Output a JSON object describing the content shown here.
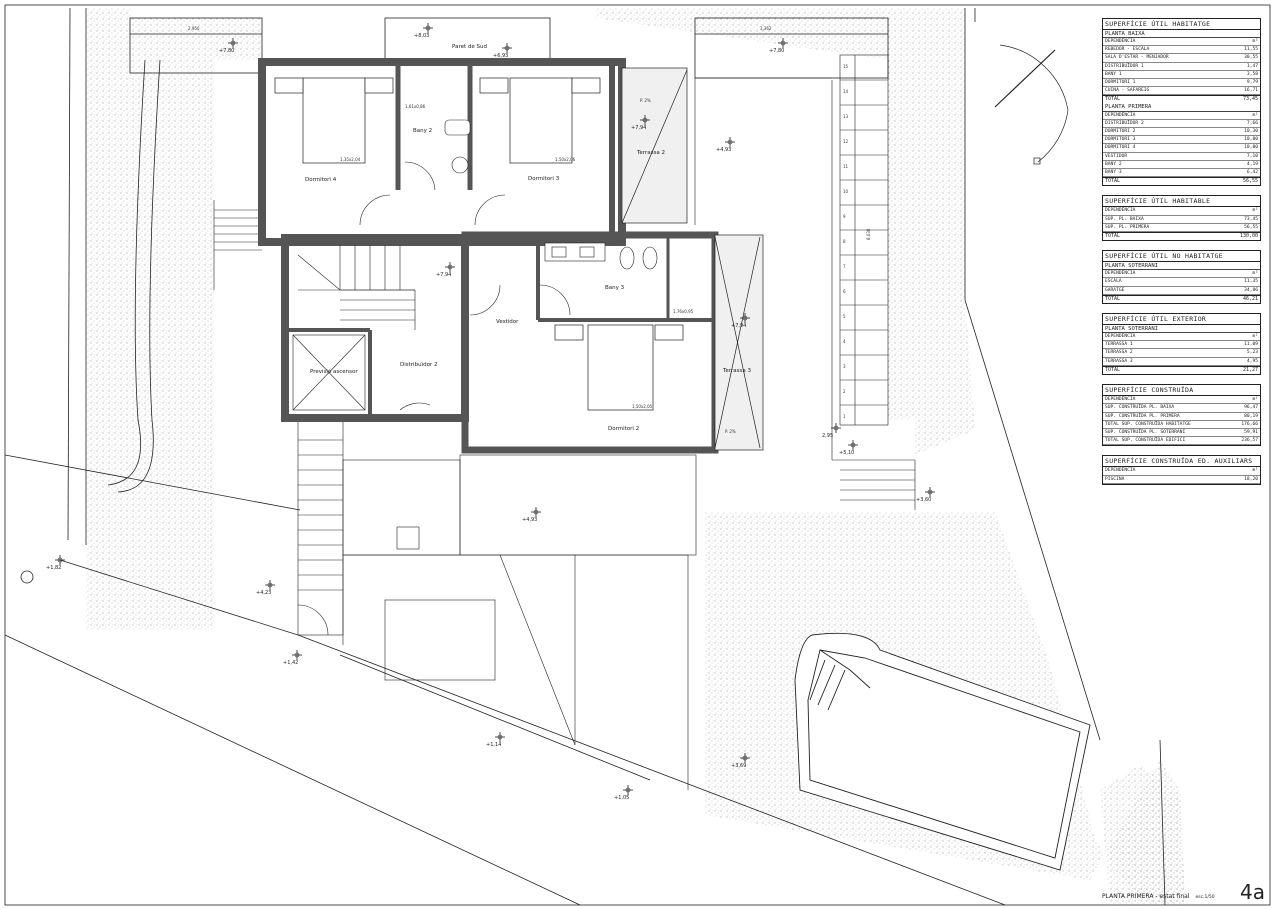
{
  "rooms": {
    "dormitori4": "Dormitori 4",
    "dormitori3": "Dormitori 3",
    "dormitori2": "Dormitori 2",
    "bany2": "Bany 2",
    "bany3": "Bany 3",
    "terrassa2": "Terrassa 2",
    "terrassa3": "Terrassa 3",
    "distribuidor2": "Distribuïdor 2",
    "vestidor": "Vestidor",
    "previsio_ascensor": "Previsió ascensor",
    "paret_sud": "Paret de Sud"
  },
  "bed_sizes": {
    "d4": "1,35x2,04",
    "d3": "1,50x2,06",
    "d2": "1,50x2,05",
    "b2": "1,61x0,86",
    "b3": "1,76x0,95"
  },
  "dimensions": {
    "top_left": "2,950",
    "top_right": "3,362",
    "vertical": "8,030"
  },
  "levels": {
    "l1": "+7,80",
    "l2": "+8,03",
    "l3": "+6,93",
    "l4": "+7,80",
    "l5": "+7,94",
    "l6": "+4,93",
    "l7": "+7,94",
    "l8": "+7,94",
    "l9": "+5,10",
    "l10": "+3,60",
    "l11": "+4,93",
    "l12": "+1,82",
    "l13": "+4,23",
    "l14": "+1,42",
    "l15": "+1,14",
    "l16": "+3,69",
    "l17": "+1,05",
    "l18": "2,95",
    "slope_t2": "P. 2%",
    "slope_t3": "P. 2%"
  },
  "stair_numbers": [
    "15",
    "14",
    "13",
    "12",
    "11",
    "10",
    "9",
    "8",
    "7",
    "6",
    "5",
    "4",
    "3",
    "2",
    "1"
  ],
  "tables": [
    {
      "title": "SUPERFÍCIE ÚTIL HABITATGE",
      "groups": [
        {
          "name": "PLANTA BAIXA",
          "head": [
            "DEPENDÈNCIA",
            "m²"
          ],
          "rows": [
            [
              "REBEDOR - ESCALA",
              "11,55"
            ],
            [
              "SALA D'ESTAR - MENJADOR",
              "30,55"
            ],
            [
              "DISTRIBUÏDOR 1",
              "1,47"
            ],
            [
              "BANY 1",
              "3,58"
            ],
            [
              "DORMITORI 1",
              "9,79"
            ],
            [
              "CUINA - SAFAREIG",
              "16,71"
            ]
          ],
          "total": [
            "TOTAL",
            "73,45"
          ]
        },
        {
          "name": "PLANTA PRIMERA",
          "head": [
            "DEPENDÈNCIA",
            "m²"
          ],
          "rows": [
            [
              "DISTRIBUÏDOR 2",
              "7,66"
            ],
            [
              "DORMITORI 2",
              "10,30"
            ],
            [
              "DORMITORI 3",
              "10,00"
            ],
            [
              "DORMITORI 4",
              "10,00"
            ],
            [
              "VESTIDOR",
              "7,10"
            ],
            [
              "BANY 2",
              "4,19"
            ],
            [
              "BANY 3",
              "6,42"
            ]
          ],
          "total": [
            "TOTAL",
            "56,55"
          ]
        }
      ]
    },
    {
      "title": "SUPERFÍCIE ÚTIL HABITABLE",
      "groups": [
        {
          "name": "",
          "head": [
            "DEPENDÈNCIA",
            "m²"
          ],
          "rows": [
            [
              "SUP. PL. BAIXA",
              "73,45"
            ],
            [
              "SUP. PL. PRIMERA",
              "56,55"
            ]
          ],
          "total": [
            "TOTAL",
            "130,00"
          ]
        }
      ]
    },
    {
      "title": "SUPERFÍCIE ÚTIL NO HABITATGE",
      "groups": [
        {
          "name": "PLANTA SOTERRANI",
          "head": [
            "DEPENDÈNCIA",
            "m²"
          ],
          "rows": [
            [
              "ESCALA",
              "11,35"
            ],
            [
              "GARATGE",
              "34,86"
            ]
          ],
          "total": [
            "TOTAL",
            "46,21"
          ]
        }
      ]
    },
    {
      "title": "SUPERFÍCIE ÚTIL EXTERIOR",
      "groups": [
        {
          "name": "PLANTA SOTERRANI",
          "head": [
            "DEPENDÈNCIA",
            "m²"
          ],
          "rows": [
            [
              "TERRASSA 1",
              "11,09"
            ],
            [
              "TERRASSA 2",
              "5,23"
            ],
            [
              "TERRASSA 3",
              "4,95"
            ]
          ],
          "total": [
            "TOTAL",
            "21,27"
          ]
        }
      ]
    },
    {
      "title": "SUPERFÍCIE CONSTRUÏDA",
      "groups": [
        {
          "name": "",
          "head": [
            "DEPENDÈNCIA",
            "m²"
          ],
          "rows": [
            [
              "SUP. CONSTRUÏDA PL. BAIXA",
              "96,47"
            ],
            [
              "SUP. CONSTRUÏDA PL. PRIMERA",
              "80,19"
            ],
            [
              "TOTAL SUP. CONSTRUÏDA HABITATGE",
              "176,66"
            ],
            [
              "SUP. CONSTRUÏDA PL. SOTERRANI",
              "59,91"
            ],
            [
              "TOTAL SUP. CONSTRUÏDA EDIFICI",
              "236,57"
            ]
          ],
          "total": null
        }
      ]
    },
    {
      "title": "SUPERFÍCIE CONSTRUÏDA ED. AUXILIARS",
      "groups": [
        {
          "name": "",
          "head": [
            "DEPENDÈNCIA",
            "m²"
          ],
          "rows": [
            [
              "PISCINA",
              "18,20"
            ]
          ],
          "total": null
        }
      ]
    }
  ],
  "footer": {
    "title": "PLANTA PRIMERA - estat final",
    "scale": "esc.1/50",
    "sheet": "4a"
  }
}
